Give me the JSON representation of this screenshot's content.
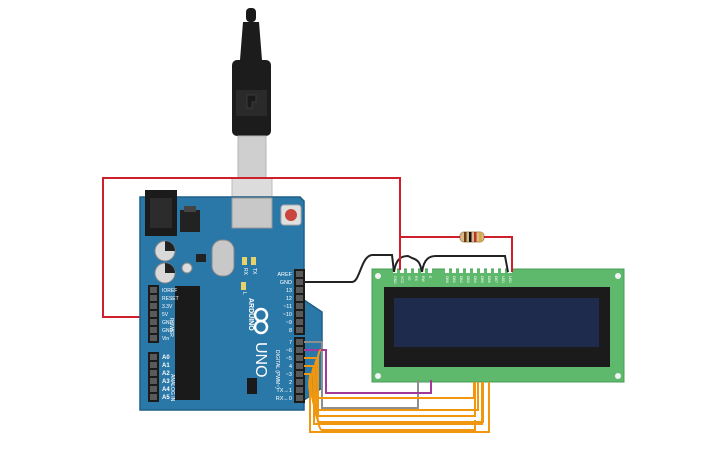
{
  "arduino": {
    "brand": "ARDUINO",
    "model": "UNO",
    "digital_header_title": "DIGITAL (PWM~)",
    "power_header_title": "POWER",
    "analog_header_title": "ANALOG IN",
    "power_pins": [
      "IOREF",
      "RESET",
      "3.3V",
      "5V",
      "GND",
      "GND",
      "Vin"
    ],
    "analog_pins": [
      "A0",
      "A1",
      "A2",
      "A3",
      "A4",
      "A5"
    ],
    "digital_pins_upper": [
      "AREF",
      "GND",
      "13",
      "12",
      "~11",
      "~10",
      "~9",
      "8"
    ],
    "digital_pins_lower": [
      "7",
      "~6",
      "~5",
      "4",
      "~3",
      "2",
      "TX→1",
      "RX←0"
    ],
    "leds": [
      "RX",
      "TX",
      "L"
    ]
  },
  "lcd": {
    "pin_labels": [
      "GND",
      "VCC",
      "V0",
      "RS",
      "RW",
      "E",
      "DB0",
      "DB1",
      "DB2",
      "DB3",
      "DB4",
      "DB5",
      "DB6",
      "DB7",
      "LED",
      "LED"
    ]
  },
  "colors": {
    "board": "#2a78a8",
    "wire_red": "#d01f2c",
    "wire_black": "#222222",
    "wire_orange": "#f0960f",
    "wire_purple": "#a23a9a",
    "wire_gray": "#8e8e8e",
    "lcd_pcb": "#5eb96d",
    "lcd_screen": "#1e2b4c"
  },
  "icons": [
    "usb-plug-icon",
    "resistor-icon",
    "potentiometer-icon"
  ]
}
